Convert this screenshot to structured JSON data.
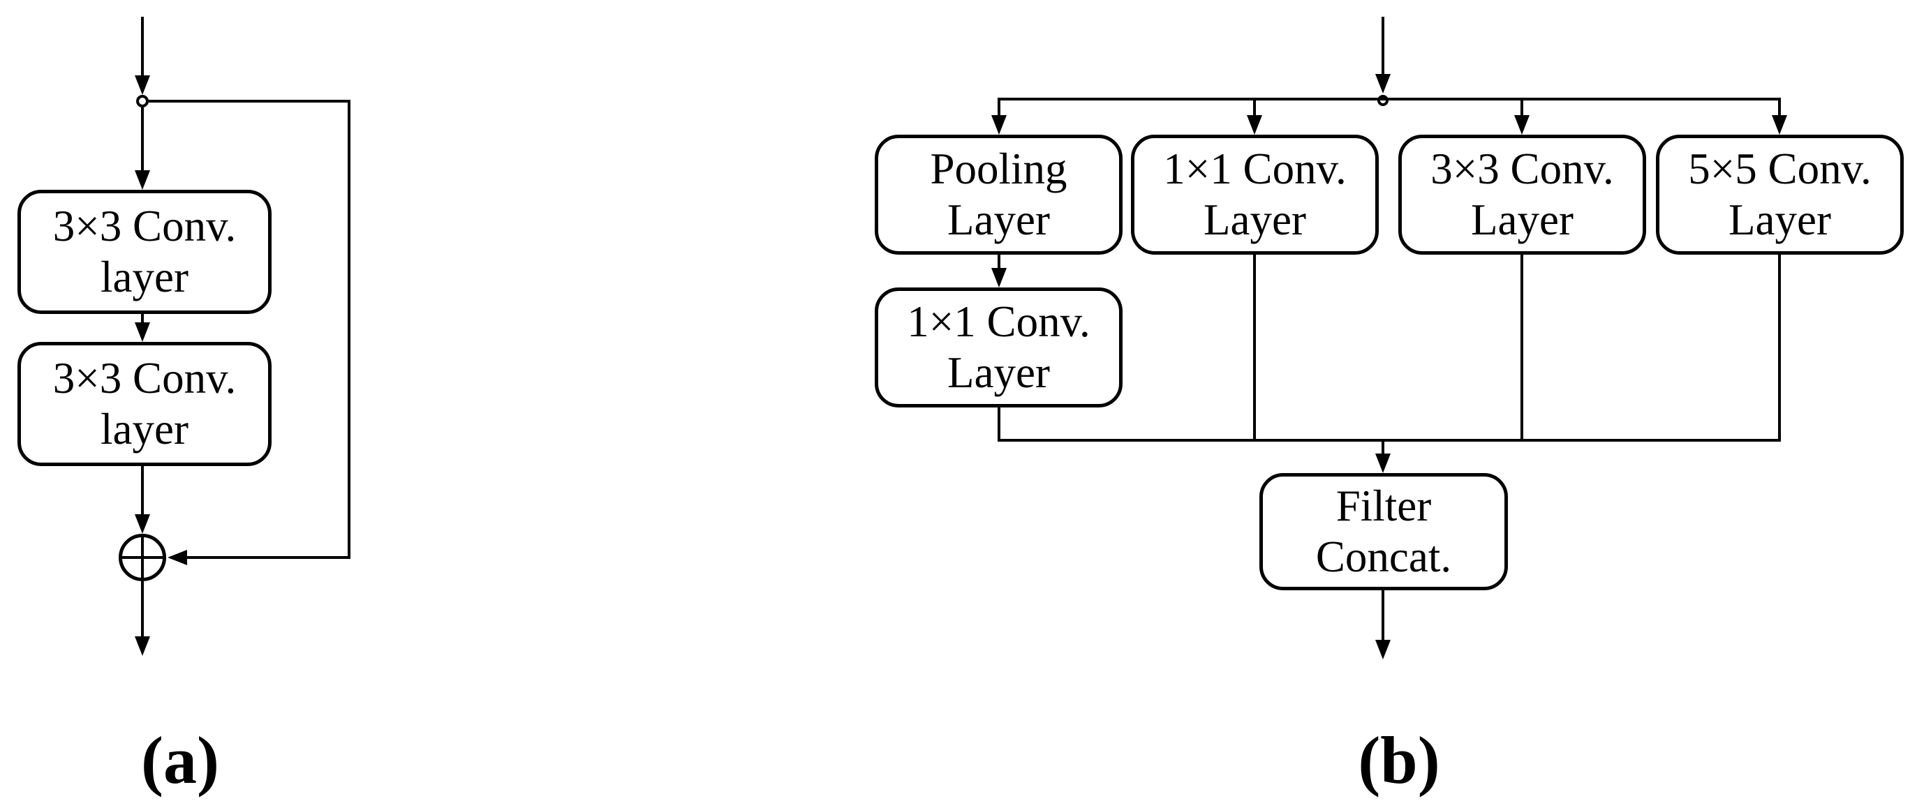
{
  "figure": {
    "colors": {
      "background": "#ffffff",
      "line": "#000000",
      "text": "#000000"
    },
    "panel_a": {
      "label": "(a)",
      "conv_box_1": {
        "line1": "3×3 Conv.",
        "line2": "layer"
      },
      "conv_box_2": {
        "line1": "3×3 Conv.",
        "line2": "layer"
      },
      "add_node_symbol": "⊕"
    },
    "panel_b": {
      "label": "(b)",
      "pooling_box": {
        "line1": "Pooling",
        "line2": "Layer"
      },
      "conv1x1_box": {
        "line1": "1×1 Conv.",
        "line2": "Layer"
      },
      "conv3x3_box": {
        "line1": "3×3 Conv.",
        "line2": "Layer"
      },
      "conv5x5_box": {
        "line1": "5×5 Conv.",
        "line2": "Layer"
      },
      "conv1x1_after_pool_box": {
        "line1": "1×1 Conv.",
        "line2": "Layer"
      },
      "concat_box": {
        "line1": "Filter",
        "line2": "Concat."
      }
    }
  }
}
